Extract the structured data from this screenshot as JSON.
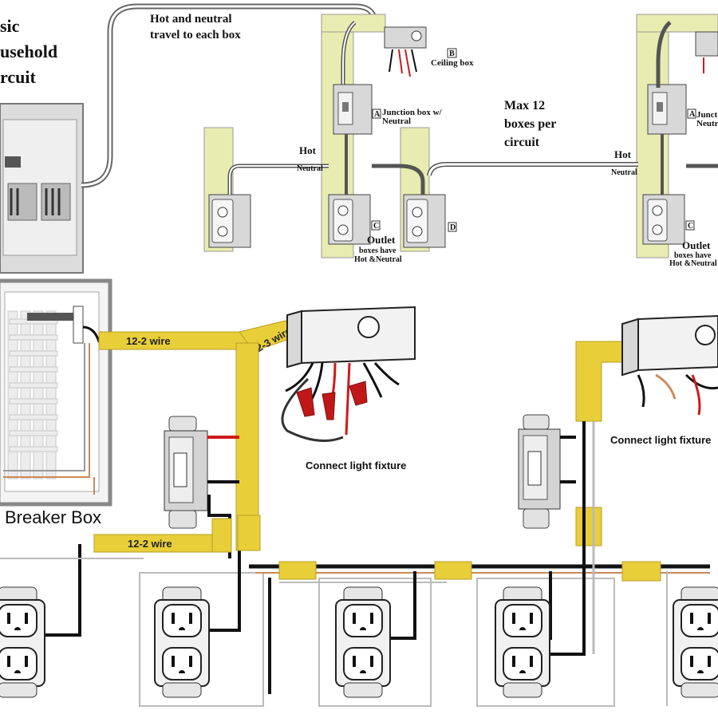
{
  "top_diagram": {
    "title_lines": [
      "sic",
      "usehold",
      "rcuit"
    ],
    "hot_neutral_note": [
      "Hot and neutral",
      "travel to each box"
    ],
    "ceiling_box_letter": "B",
    "ceiling_box_label": "Ceiling box",
    "junction_letter": "A",
    "junction_label": [
      "Junction box w/",
      "Neutral"
    ],
    "junction_label_right": [
      "Junct",
      "Neutra"
    ],
    "max_boxes_note": [
      "Max 12",
      "boxes per",
      "circuit"
    ],
    "hot_label": "Hot",
    "neutral_label": "Neutral",
    "outlet_letter_c": "C",
    "outlet_letter_d": "D",
    "outlet_note": [
      "Outlet",
      "boxes have",
      "Hot &Neutral"
    ]
  },
  "bottom_diagram": {
    "breaker_box_label": "Breaker Box",
    "wire_12_2_top": "12-2 wire",
    "wire_12_3": "12-3 wire",
    "wire_12_2_bottom": "12-2 wire",
    "connect_light_left": "Connect light fixture",
    "connect_light_right": "Connect light fixture"
  },
  "colors": {
    "wall_wood": "#e9ecb0",
    "cable_yellow": "#e8cf3a",
    "hot_black": "#111111",
    "red_wire": "#d11919",
    "copper": "#c98a5a",
    "box_gray": "#d8d8d8"
  }
}
